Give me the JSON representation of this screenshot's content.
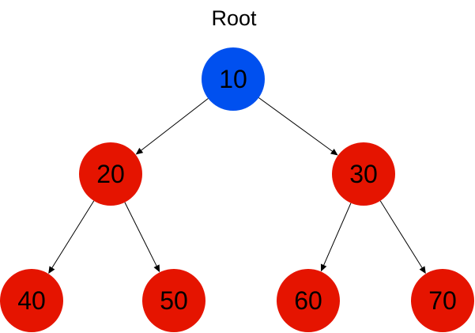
{
  "diagram": {
    "root_label": "Root",
    "nodes": [
      {
        "id": "n10",
        "label": "10",
        "color": "#0050ef",
        "is_root": true
      },
      {
        "id": "n20",
        "label": "20",
        "color": "#e51400"
      },
      {
        "id": "n30",
        "label": "30",
        "color": "#e51400"
      },
      {
        "id": "n40",
        "label": "40",
        "color": "#e51400"
      },
      {
        "id": "n50",
        "label": "50",
        "color": "#e51400"
      },
      {
        "id": "n60",
        "label": "60",
        "color": "#e51400"
      },
      {
        "id": "n70",
        "label": "70",
        "color": "#e51400"
      }
    ],
    "edges": [
      {
        "from": "n10",
        "to": "n20"
      },
      {
        "from": "n10",
        "to": "n30"
      },
      {
        "from": "n20",
        "to": "n40"
      },
      {
        "from": "n20",
        "to": "n50"
      },
      {
        "from": "n30",
        "to": "n60"
      },
      {
        "from": "n30",
        "to": "n70"
      }
    ],
    "colors": {
      "root_fill": "#0050ef",
      "node_fill": "#e51400",
      "edge": "#000000",
      "text": "#000000"
    }
  }
}
